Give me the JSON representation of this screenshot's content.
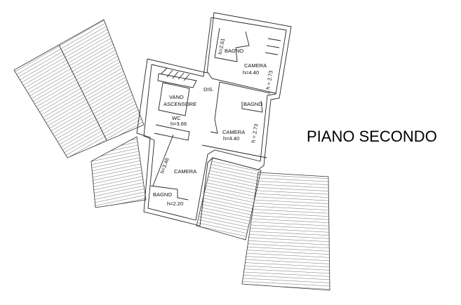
{
  "title": "PIANO SECONDO",
  "rooms": {
    "camera_ne": {
      "name": "CAMERA",
      "height": "h=4.40"
    },
    "bagno_ne": {
      "name": "BAGNO",
      "height": "h=2.61"
    },
    "ne_side_height": "h = 2.73",
    "dis": "DIS.",
    "vano": {
      "line1": "VANO",
      "line2": "ASCENSORE"
    },
    "wc": {
      "name": "WC",
      "height": "h=3.66"
    },
    "bagno_e": {
      "name": "BAGNO"
    },
    "camera_e": {
      "name": "CAMERA",
      "height": "h=4.40"
    },
    "e_side_height": "h = 2.73",
    "camera_s": {
      "name": "CAMERA",
      "height": "h=3.46"
    },
    "bagno_s": {
      "name": "BAGNO",
      "height": "h=2.20"
    }
  }
}
